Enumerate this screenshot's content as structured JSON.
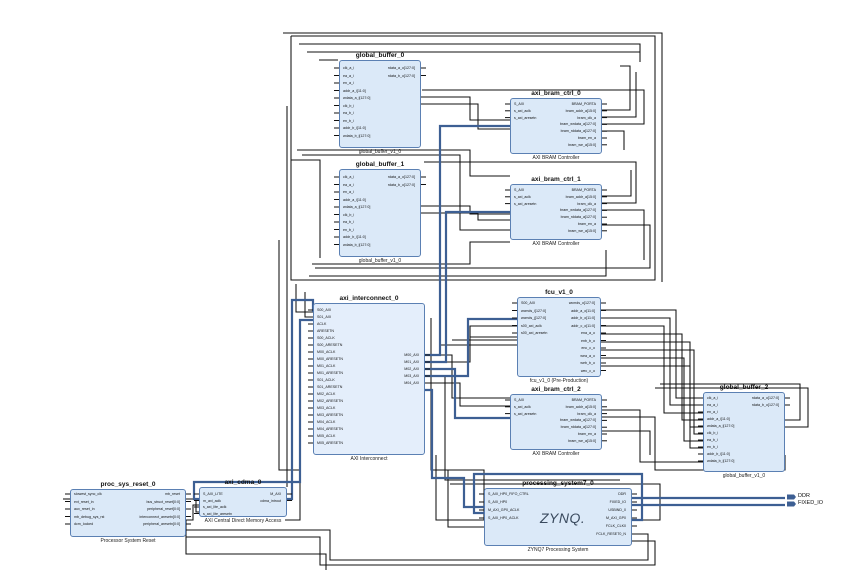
{
  "blocks": {
    "gb0": {
      "title": "global_buffer_0",
      "subtitle": "global_buffer_v1_0",
      "left_pins": [
        "clk_a_i",
        "ea_a_i",
        "en_a_i",
        "addr_a_i[11:0]",
        "wdata_a_i[127:0]",
        "clk_b_i",
        "ea_b_i",
        "en_b_i",
        "addr_b_i[11:0]",
        "wdata_b_i[127:0]"
      ],
      "right_pins": [
        "rdata_a_o[127:0]",
        "rdata_b_o[127:0]"
      ]
    },
    "gb1": {
      "title": "global_buffer_1",
      "subtitle": "global_buffer_v1_0",
      "left_pins": [
        "clk_a_i",
        "ea_a_i",
        "en_a_i",
        "addr_a_i[11:0]",
        "wdata_a_i[127:0]",
        "clk_b_i",
        "ea_b_i",
        "en_b_i",
        "addr_b_i[11:0]",
        "wdata_b_i[127:0]"
      ],
      "right_pins": [
        "rdata_a_o[127:0]",
        "rdata_b_o[127:0]"
      ]
    },
    "gb2": {
      "title": "global_buffer_2",
      "subtitle": "global_buffer_v1_0",
      "left_pins": [
        "clk_a_i",
        "ea_a_i",
        "en_a_i",
        "addr_a_i[11:0]",
        "wdata_a_i[127:0]",
        "clk_b_i",
        "ea_b_i",
        "en_b_i",
        "addr_b_i[11:0]",
        "wdata_b_i[127:0]"
      ],
      "right_pins": [
        "rdata_a_o[127:0]",
        "rdata_b_o[127:0]"
      ]
    },
    "bram0": {
      "title": "axi_bram_ctrl_0",
      "subtitle": "AXI BRAM Controller",
      "left_pins": [
        "S_AXI",
        "s_axi_aclk",
        "s_axi_aresetn"
      ],
      "right_pins": [
        "BRAM_PORTA",
        "bram_addr_a[15:0]",
        "bram_clk_a",
        "bram_wrdata_a[127:0]",
        "bram_rddata_a[127:0]",
        "bram_en_a",
        "bram_we_a[15:0]"
      ]
    },
    "bram1": {
      "title": "axi_bram_ctrl_1",
      "subtitle": "AXI BRAM Controller",
      "left_pins": [
        "S_AXI",
        "s_axi_aclk",
        "s_axi_aresetn"
      ],
      "right_pins": [
        "BRAM_PORTA",
        "bram_addr_a[15:0]",
        "bram_clk_a",
        "bram_wrdata_a[127:0]",
        "bram_rddata_a[127:0]",
        "bram_en_a",
        "bram_we_a[15:0]"
      ]
    },
    "bram2": {
      "title": "axi_bram_ctrl_2",
      "subtitle": "AXI BRAM Controller",
      "left_pins": [
        "S_AXI",
        "s_axi_aclk",
        "s_axi_aresetn"
      ],
      "right_pins": [
        "BRAM_PORTA",
        "bram_addr_a[15:0]",
        "bram_clk_a",
        "bram_wrdata_a[127:0]",
        "bram_rddata_a[127:0]",
        "bram_en_a",
        "bram_we_a[15:0]"
      ]
    },
    "fcu": {
      "title": "fcu_v1_0",
      "subtitle": "fcu_v1_0 (Pre-Production)",
      "left_pins": [
        "S00_AXI",
        "wcmds_i[127:0]",
        "wcmds_j[127:0]",
        "s00_axi_aclk",
        "s00_axi_aresetn"
      ],
      "right_pins": [
        "wcmds_o[127:0]",
        "addr_a_o[11:0]",
        "addr_b_o[11:0]",
        "addr_c_o[11:0]",
        "ena_a_o",
        "enb_b_o",
        "enc_c_o",
        "wea_a_o",
        "web_b_o",
        "wec_c_o"
      ]
    },
    "ic": {
      "title": "axi_interconnect_0",
      "subtitle": "AXI Interconnect",
      "left_pins": [
        "S00_AXI",
        "S01_AXI",
        "ACLK",
        "ARESETN",
        "S00_ACLK",
        "S00_ARESETN",
        "M00_ACLK",
        "M00_ARESETN",
        "M01_ACLK",
        "M01_ARESETN",
        "S01_ACLK",
        "S01_ARESETN",
        "M02_ACLK",
        "M02_ARESETN",
        "M03_ACLK",
        "M03_ARESETN",
        "M04_ACLK",
        "M04_ARESETN",
        "M05_ACLK",
        "M05_ARESETN"
      ],
      "right_pins": [
        "M00_AXI",
        "M01_AXI",
        "M02_AXI",
        "M03_AXI",
        "M04_AXI"
      ]
    },
    "cdma": {
      "title": "axi_cdma_0",
      "subtitle": "AXI Central Direct Memory Access",
      "left_pins": [
        "S_AXI_LITE",
        "m_axi_aclk",
        "s_axi_lite_aclk",
        "s_axi_lite_aresetn"
      ],
      "right_pins": [
        "M_AXI",
        "cdma_introut"
      ]
    },
    "psr": {
      "title": "proc_sys_reset_0",
      "subtitle": "Processor System Reset",
      "left_pins": [
        "slowest_sync_clk",
        "ext_reset_in",
        "aux_reset_in",
        "mb_debug_sys_rst",
        "dcm_locked"
      ],
      "right_pins": [
        "mb_reset",
        "bus_struct_reset[0:0]",
        "peripheral_reset[0:0]",
        "interconnect_aresetn[0:0]",
        "peripheral_aresetn[0:0]"
      ]
    },
    "ps7": {
      "title": "processing_system7_0",
      "subtitle": "ZYNQ7 Processing System",
      "logo": "ZYNQ.",
      "left_pins": [
        "S_AXI_HP0_FIFO_CTRL",
        "S_AXI_HP0",
        "M_AXI_GP0_ACLK",
        "S_AXI_HP0_ACLK"
      ],
      "right_pins": [
        "DDR",
        "FIXED_IO",
        "USBIND_0",
        "M_AXI_GP0",
        "FCLK_CLK0",
        "FCLK_RESET0_N"
      ]
    }
  },
  "external_ports": [
    "DDR",
    "FIXED_IO"
  ],
  "colors": {
    "block_fill": "#dbe9f8",
    "block_border": "#5b80b3",
    "wire": "#111111",
    "bus": "#3d5f93",
    "page": "#ffffff"
  }
}
